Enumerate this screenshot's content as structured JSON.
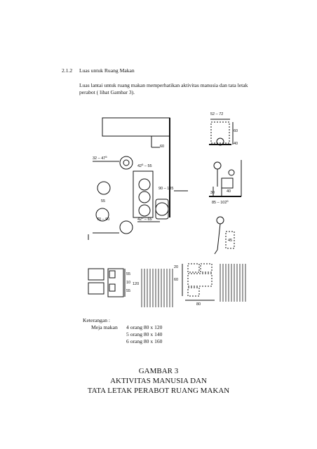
{
  "section": {
    "number": "2.1.2",
    "title": "Luas untuk Ruang Makan"
  },
  "paragraph": {
    "line1": "Luas lantai untuk ruang makan memperhatikan aktivitas manusia dan tata letak",
    "line2": "perabot ( lihat Gambar 3)."
  },
  "figure": {
    "dims": {
      "d60_top": "60",
      "d32": "32 – 47",
      "d32_sup": "5",
      "d42a": "42",
      "d42a_sup": "5",
      "d42a_rest": " – 55",
      "d90": "90 – 105",
      "d55": "55",
      "d42b": "42",
      "d42b_sup": "5",
      "d42b_rest": " – 65",
      "d70": "70 – 90",
      "d52": "52 – 72",
      "d60_r": "60",
      "d40_r": "40",
      "d40_m": "40",
      "d30": "30",
      "d85": "85 – 102",
      "d85_sup": "5",
      "d45": "45",
      "t55": "55",
      "t10": "10",
      "t55b": "55",
      "t120": "120",
      "p20": "20",
      "p60": "60",
      "p80": "80"
    }
  },
  "legend": {
    "title": "Keterangan :",
    "label": "Meja makan",
    "rows": [
      "4 orang 80 x 120",
      "5 orang 80 x 140",
      "6 orang 80 x 160"
    ]
  },
  "caption": {
    "line1": "GAMBAR 3",
    "line2": "AKTIVITAS MANUSIA DAN",
    "line3": "TATA LETAK PERABOT RUANG MAKAN"
  }
}
